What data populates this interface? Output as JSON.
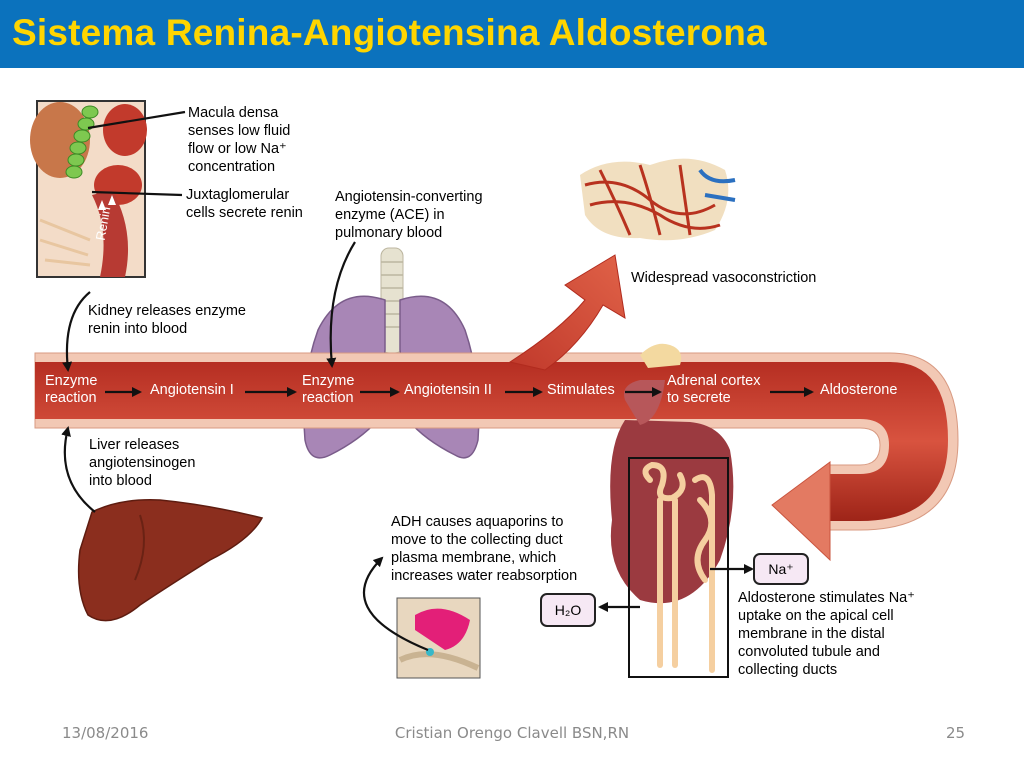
{
  "title": "Sistema Renina-Angiotensina Aldosterona",
  "labels": {
    "macula": [
      "Macula densa",
      "senses low fluid",
      "flow or low Na⁺",
      "concentration"
    ],
    "jg": [
      "Juxtaglomerular",
      "cells secrete renin"
    ],
    "renin_tag": "Renin",
    "ace": [
      "Angiotensin-converting",
      "enzyme (ACE) in",
      "pulmonary blood"
    ],
    "vaso": "Widespread vasoconstriction",
    "kidney": [
      "Kidney releases enzyme",
      "renin into blood"
    ],
    "liver": [
      "Liver releases",
      "angiotensinogen",
      "into blood"
    ],
    "adh": [
      "ADH causes aquaporins to",
      "move to the collecting duct",
      "plasma membrane, which",
      "increases water reabsorption"
    ],
    "aldo_stim": [
      "Aldosterone stimulates Na⁺",
      "uptake on the apical cell",
      "membrane in the distal",
      "convoluted tubule and",
      "collecting ducts"
    ],
    "na_box": "Na⁺",
    "h2o_box": "H₂O"
  },
  "pathway": {
    "enzyme_reaction_1": [
      "Enzyme",
      "reaction"
    ],
    "angiotensin_1": "Angiotensin I",
    "enzyme_reaction_2": [
      "Enzyme",
      "reaction"
    ],
    "angiotensin_2": "Angiotensin II",
    "stimulates": "Stimulates",
    "adrenal": [
      "Adrenal cortex",
      "to secrete"
    ],
    "aldosterone": "Aldosterone"
  },
  "footer": {
    "date": "13/08/2016",
    "author": "Cristian Orengo Clavell BSN,RN",
    "page": "25"
  }
}
